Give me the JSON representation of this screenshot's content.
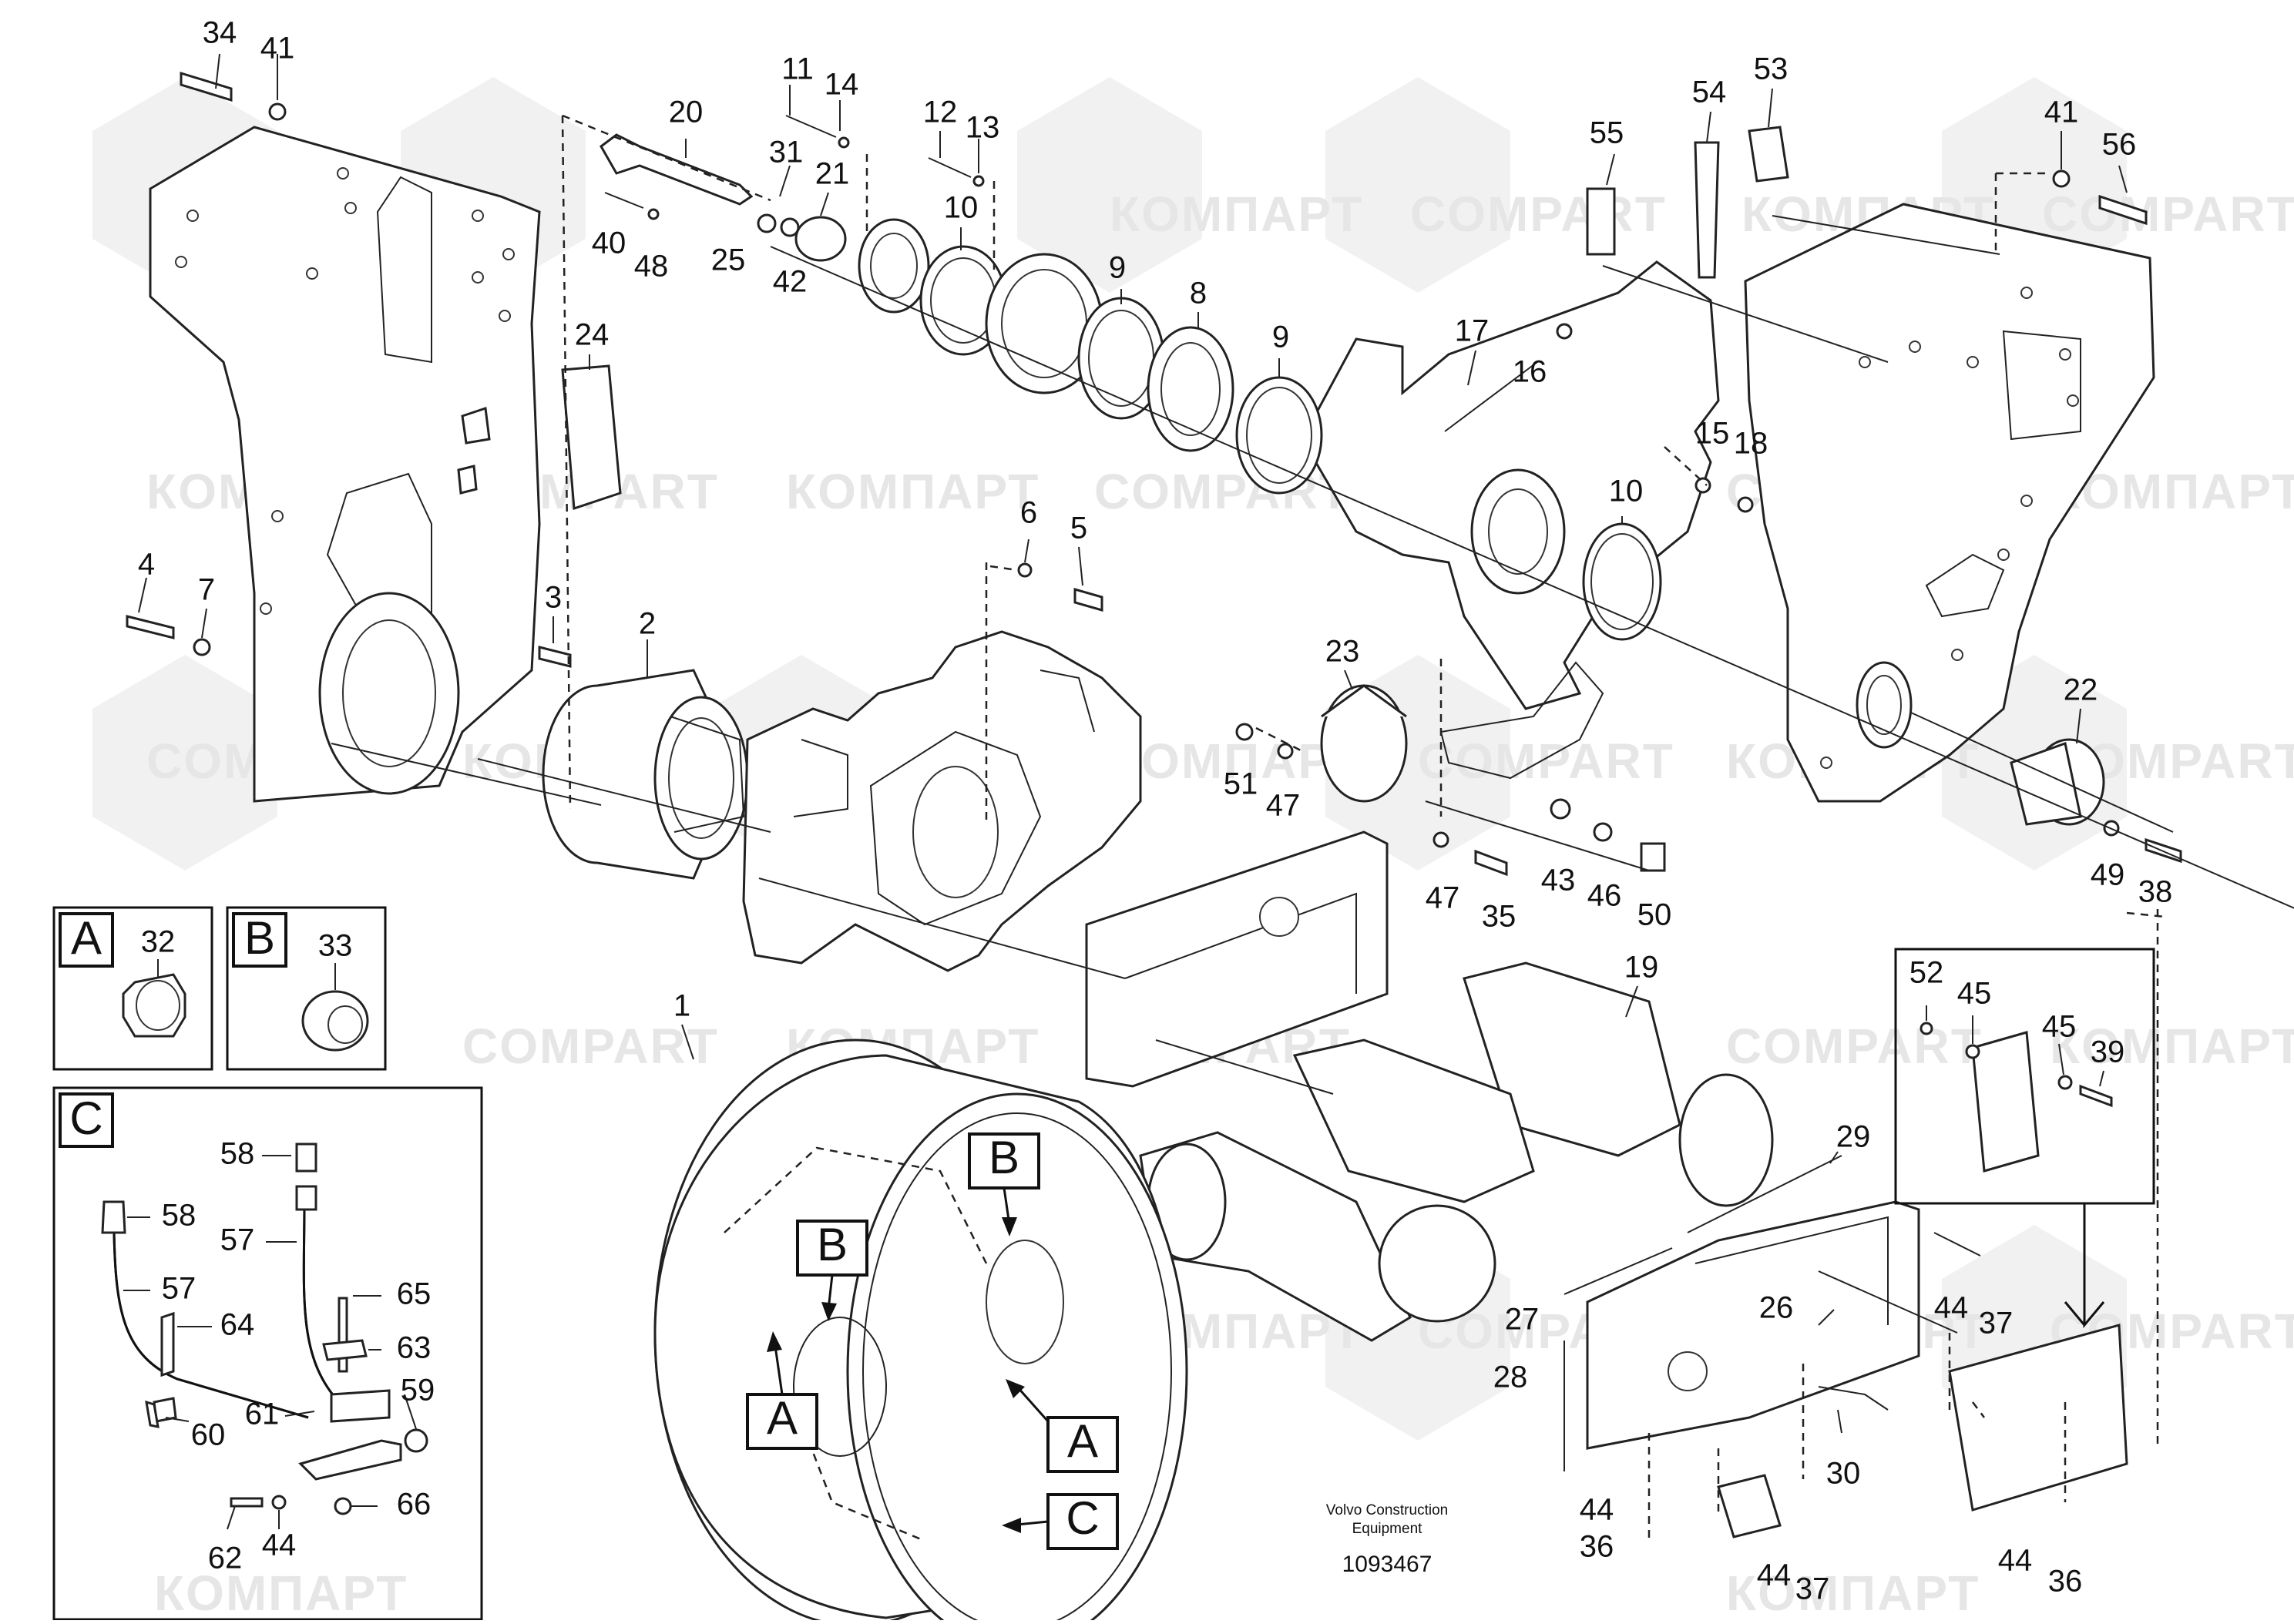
{
  "watermark": {
    "latin": "COMPART",
    "cyrillic": "КОМПАРТ"
  },
  "footer": {
    "manufacturer_line1": "Volvo Construction",
    "manufacturer_line2": "Equipment",
    "drawing_number": "1093467"
  },
  "detail_boxes": [
    {
      "letter": "A",
      "parts": [
        "32"
      ]
    },
    {
      "letter": "B",
      "parts": [
        "33"
      ]
    },
    {
      "letter": "C",
      "parts": [
        "58",
        "58",
        "57",
        "57",
        "65",
        "64",
        "63",
        "59",
        "61",
        "60",
        "62",
        "44",
        "66"
      ]
    }
  ],
  "view_markers": [
    "B",
    "B",
    "A",
    "A",
    "C"
  ],
  "callouts": {
    "c34": "34",
    "c41a": "41",
    "c20": "20",
    "c11": "11",
    "c14": "14",
    "c12": "12",
    "c13": "13",
    "c31": "31",
    "c21": "21",
    "c10a": "10",
    "c40": "40",
    "c48": "48",
    "c25": "25",
    "c42": "42",
    "c9a": "9",
    "c8": "8",
    "c9b": "9",
    "c24": "24",
    "c17": "17",
    "c16": "16",
    "c15": "15",
    "c18": "18",
    "c10b": "10",
    "c55": "55",
    "c54": "54",
    "c53": "53",
    "c41b": "41",
    "c56": "56",
    "c4": "4",
    "c7": "7",
    "c3": "3",
    "c2": "2",
    "c6": "6",
    "c5": "5",
    "c23": "23",
    "c22": "22",
    "c51": "51",
    "c47a": "47",
    "c47b": "47",
    "c35": "35",
    "c43": "43",
    "c46": "46",
    "c50": "50",
    "c49": "49",
    "c38": "38",
    "c1": "1",
    "c19": "19",
    "c52": "52",
    "c45a": "45",
    "c45b": "45",
    "c39": "39",
    "c29": "29",
    "c27": "27",
    "c26": "26",
    "c28": "28",
    "c44a": "44",
    "c37a": "37",
    "c30": "30",
    "c44b": "44",
    "c36a": "36",
    "c44c": "44",
    "c37b": "37",
    "c44d": "44",
    "c36b": "36"
  }
}
